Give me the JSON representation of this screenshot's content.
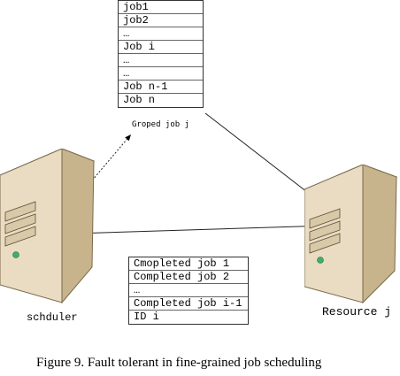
{
  "grouped_jobs": {
    "rows": [
      "job1",
      "job2",
      "…",
      "Job i",
      "…",
      "…",
      "Job n-1",
      "Job n"
    ],
    "label": "Groped job j"
  },
  "completed_jobs": {
    "rows": [
      "Cmopleted job 1",
      "Completed job 2",
      "…",
      "Completed job i-1",
      "ID i"
    ]
  },
  "scheduler": {
    "label": "schduler"
  },
  "resource": {
    "label": "Resource j"
  },
  "caption": "Figure 9.  Fault tolerant in fine-grained job scheduling",
  "colors": {
    "server_front": "#e9dcc2",
    "server_side": "#c7b48c",
    "server_top": "#f4ecdb",
    "led": "#3fae6c"
  },
  "icons": {
    "scheduler": "server-tower-icon",
    "resource": "server-tower-icon"
  }
}
